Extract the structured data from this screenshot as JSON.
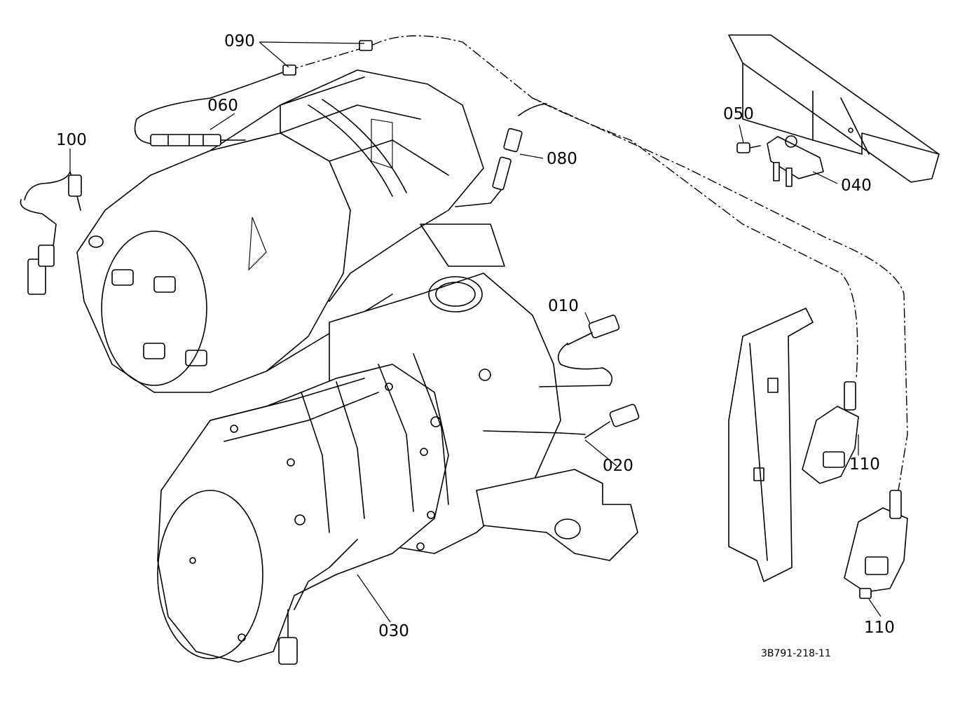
{
  "figure": {
    "reference_code": "3B791-218-11",
    "part_callouts": [
      "090",
      "060",
      "100",
      "080",
      "050",
      "040",
      "010",
      "020",
      "110",
      "030"
    ]
  }
}
